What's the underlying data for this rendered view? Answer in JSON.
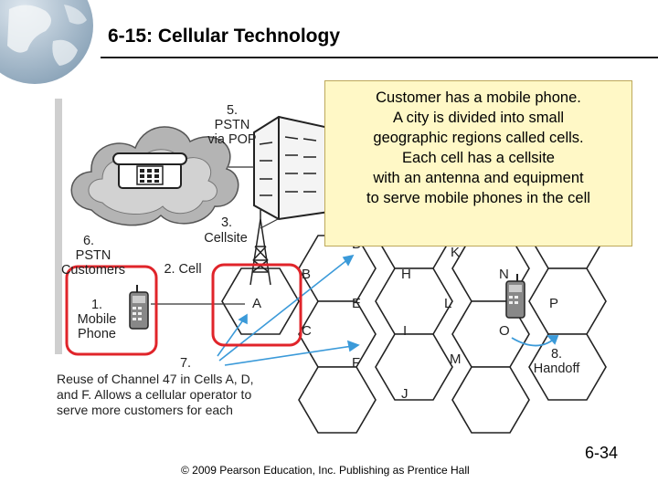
{
  "title": "6-15: Cellular Technology",
  "callout": [
    "Customer has a mobile phone.",
    "A city is divided into small",
    "geographic regions called cells.",
    "Each cell has a cellsite",
    "with an antenna and equipment",
    "to serve mobile phones in the cell"
  ],
  "diagram": {
    "pstn_pop": [
      "5.",
      "PSTN",
      "via POP"
    ],
    "cellsite": [
      "3.",
      "Cellsite"
    ],
    "pstn_customers": [
      "6.",
      "PSTN",
      "Customers"
    ],
    "cell": "2. Cell",
    "mobile_phone": [
      "1.",
      "Mobile",
      "Phone"
    ],
    "reuse": [
      "7.",
      "Reuse of Channel 47 in Cells A, D,",
      "and F. Allows a cellular operator to",
      "serve more customers for each"
    ],
    "handoff": [
      "8.",
      "Handoff"
    ],
    "cells": {
      "A": "A",
      "B": "B",
      "C": "C",
      "D": "D",
      "E": "E",
      "F": "F",
      "H": "H",
      "I": "I",
      "J": "J",
      "K": "K",
      "L": "L",
      "M": "M",
      "N": "N",
      "O": "O",
      "P": "P"
    }
  },
  "footer": "© 2009 Pearson Education, Inc.  Publishing as Prentice Hall",
  "page_number": "6-34",
  "colors": {
    "highlight": "#e0242a",
    "arrow": "#3b9ad9",
    "callout_bg": "#fff8c6",
    "cloud": "#b4b4b4"
  }
}
